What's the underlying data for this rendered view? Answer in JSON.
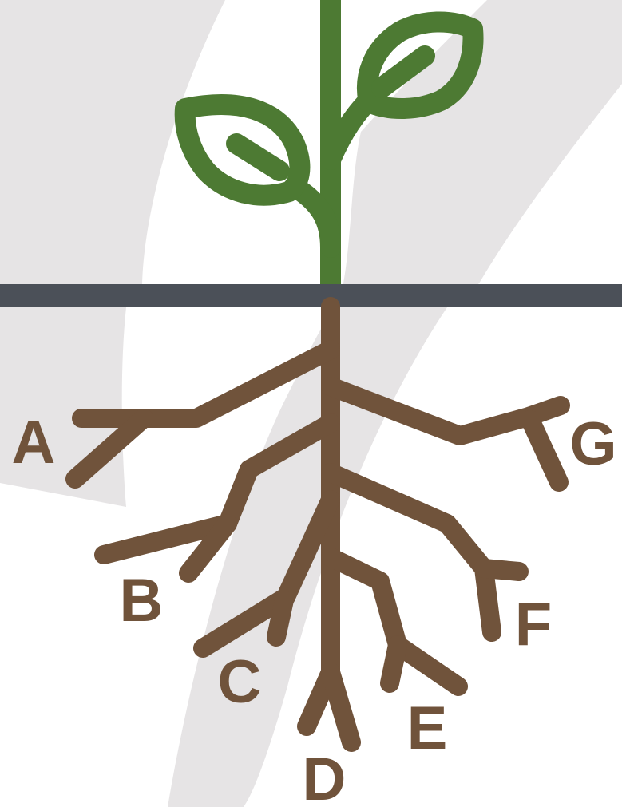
{
  "colors": {
    "background": "#ffffff",
    "swoosh": "#e6e4e5",
    "stem": "#4d7a33",
    "ground": "#4b5058",
    "root": "#70533b"
  },
  "icons": [
    "plant-sprout-icon",
    "leaf-icon",
    "root-system-icon"
  ],
  "root_labels": {
    "a": "A",
    "b": "B",
    "c": "C",
    "d": "D",
    "e": "E",
    "f": "F",
    "g": "G"
  }
}
